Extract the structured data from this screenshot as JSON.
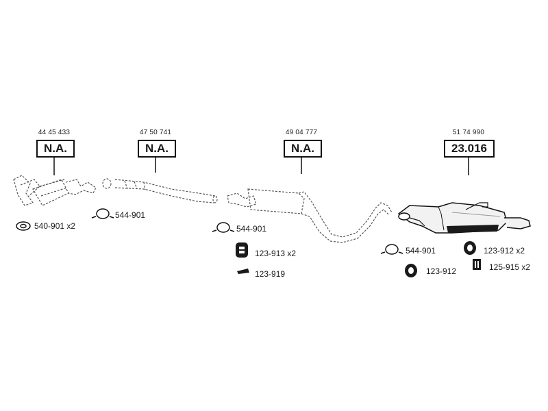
{
  "parts": [
    {
      "ref": "44 45 433",
      "code": "N.A."
    },
    {
      "ref": "47 50 741",
      "code": "N.A."
    },
    {
      "ref": "49 04 777",
      "code": "N.A."
    },
    {
      "ref": "51 74 990",
      "code": "23.016"
    }
  ],
  "accessories": [
    {
      "label": "540-901 x2",
      "icon": "gasket-ring-icon"
    },
    {
      "label": "544-901",
      "icon": "pipe-clamp-icon"
    },
    {
      "label": "544-901",
      "icon": "pipe-clamp-icon"
    },
    {
      "label": "123-913 x2",
      "icon": "rubber-hanger-icon"
    },
    {
      "label": "123-919",
      "icon": "bracket-icon"
    },
    {
      "label": "544-901",
      "icon": "pipe-clamp-icon"
    },
    {
      "label": "123-912 x2",
      "icon": "rubber-ring-hanger-icon"
    },
    {
      "label": "123-912",
      "icon": "rubber-ring-hanger-icon"
    },
    {
      "label": "125-915 x2",
      "icon": "mounting-bracket-icon"
    }
  ],
  "colors": {
    "line": "#111111",
    "dashed": "#555555",
    "fill": "#f2f2f2",
    "dark": "#1a1a1a"
  }
}
